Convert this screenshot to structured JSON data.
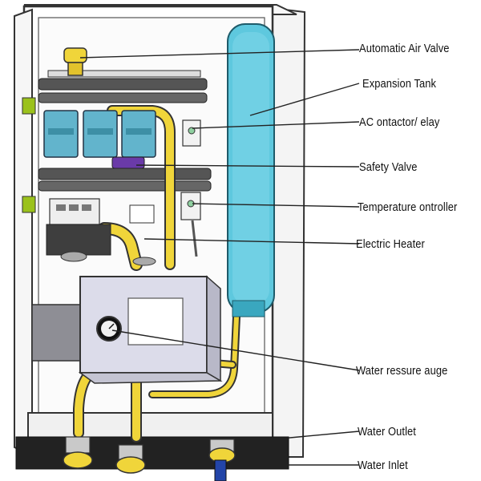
{
  "labels": {
    "air_valve": "Automatic Air Valve",
    "expansion_tank": "Expansion Tank",
    "contactor": "AC   ontactor/ elay",
    "safety_valve": "Safety Valve",
    "temp_controller": "Temperature  ontroller",
    "heater": "Electric Heater",
    "pressure_gauge": "Water   ressure  auge",
    "outlet": "Water Outlet",
    "inlet": "Water Inlet"
  },
  "colors": {
    "pipe": "#f0d53a",
    "tank": "#5ec8de",
    "contactor": "#62b4cc",
    "safety_valve": "#6a3aa8",
    "cabinet": "#ffffff",
    "outline": "#333333",
    "heater_body": "#dcdcea",
    "bracket": "#444444",
    "inlet_pipe": "#2345a8",
    "bracket_tab": "#9bc21c"
  }
}
